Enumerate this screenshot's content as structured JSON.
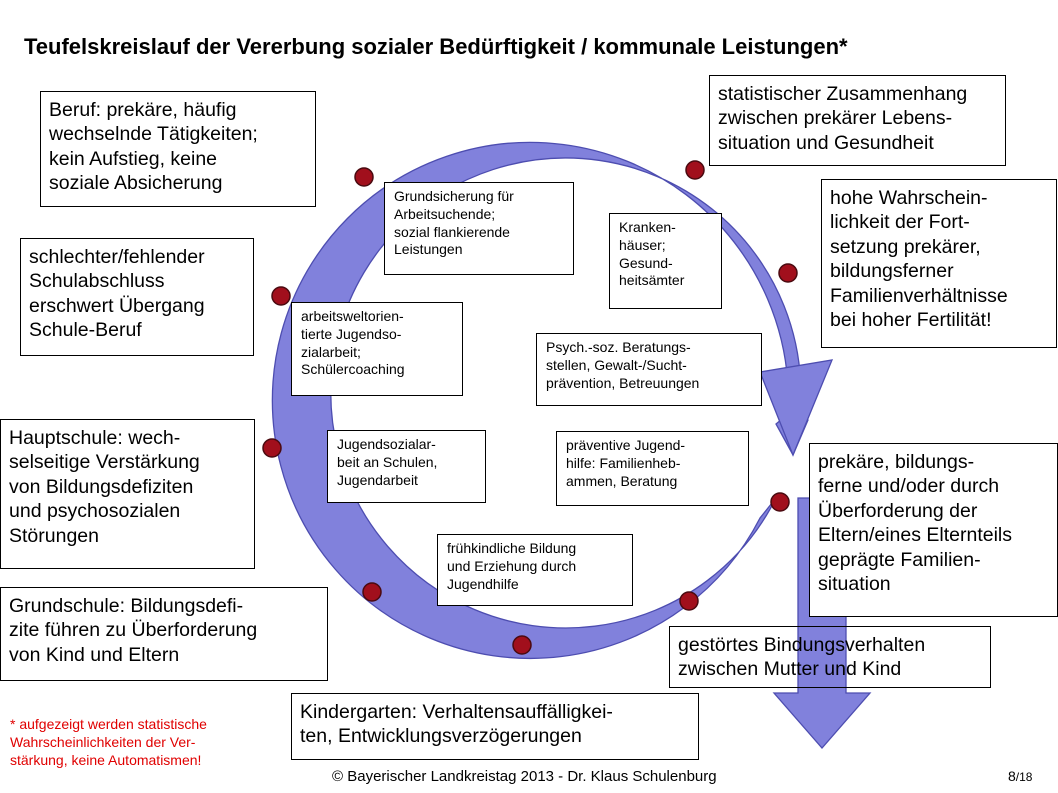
{
  "title": "Teufelskreislauf der Vererbung sozialer Bedürftigkeit  / kommunale Leistungen*",
  "colors": {
    "cycle_fill": "#8181dc",
    "cycle_stroke": "#4d4db0",
    "node_fill": "#a10f1c",
    "footnote": "#e00000"
  },
  "outer_boxes": {
    "beruf": "Beruf: prekäre, häufig\nwechselnde Tätigkeiten;\nkein Aufstieg, keine\nsoziale Absicherung",
    "statistik": "statistischer Zusammenhang\nzwischen prekärer Lebens-\nsituation und Gesundheit",
    "schulabschluss": "schlechter/fehlender\nSchulabschluss\nerschwert Übergang\nSchule-Beruf",
    "fortsetzung": "hohe Wahrschein-\nlichkeit der Fort-\nsetzung prekärer,\nbildungsferner\nFamilienverhältnisse\nbei hoher Fertilität!",
    "hauptschule": "Hauptschule: wech-\nselseitige Verstärkung\nvon Bildungsdefiziten\nund psychosozialen\nStörungen",
    "familiensituation": "prekäre, bildungs-\nferne und/oder durch\nÜberforderung der\nEltern/eines Elternteils\ngeprägte Familien-\nsituation",
    "grundschule": "Grundschule: Bildungsdefi-\nzite  führen zu Überforderung\nvon Kind und Eltern",
    "bindung": "gestörtes Bindungsverhalten\nzwischen Mutter und Kind",
    "kindergarten": "Kindergarten: Verhaltensauffälligkei-\nten, Entwicklungsverzögerungen"
  },
  "inner_boxes": {
    "grundsicherung": "Grundsicherung für\nArbeitsuchende;\nsozial flankierende\nLeistungen",
    "krankenhaeuser": "Kranken-\nhäuser;\nGesund-\nheitsämter",
    "jugendsozialarbeit": "arbeitsweltorien-\ntierte Jugendso-\nzialarbeit;\nSchülercoaching",
    "beratung": "Psych.-soz. Beratungs-\nstellen, Gewalt-/Sucht-\nprävention, Betreuungen",
    "schulen": "Jugendsozialar-\nbeit an Schulen,\nJugendarbeit",
    "jugendhilfe": "präventive Jugend-\nhilfe: Familienheb-\nammen, Beratung",
    "fruehkindlich": "frühkindliche Bildung\nund Erziehung durch\nJugendhilfe"
  },
  "footnote": "* aufgezeigt werden statistische\nWahrscheinlichkeiten der Ver-\nstärkung, keine Automatismen!",
  "footer": "© Bayerischer Landkreistag 2013 - Dr. Klaus Schulenburg",
  "page_number": "8",
  "page_total": "/18"
}
